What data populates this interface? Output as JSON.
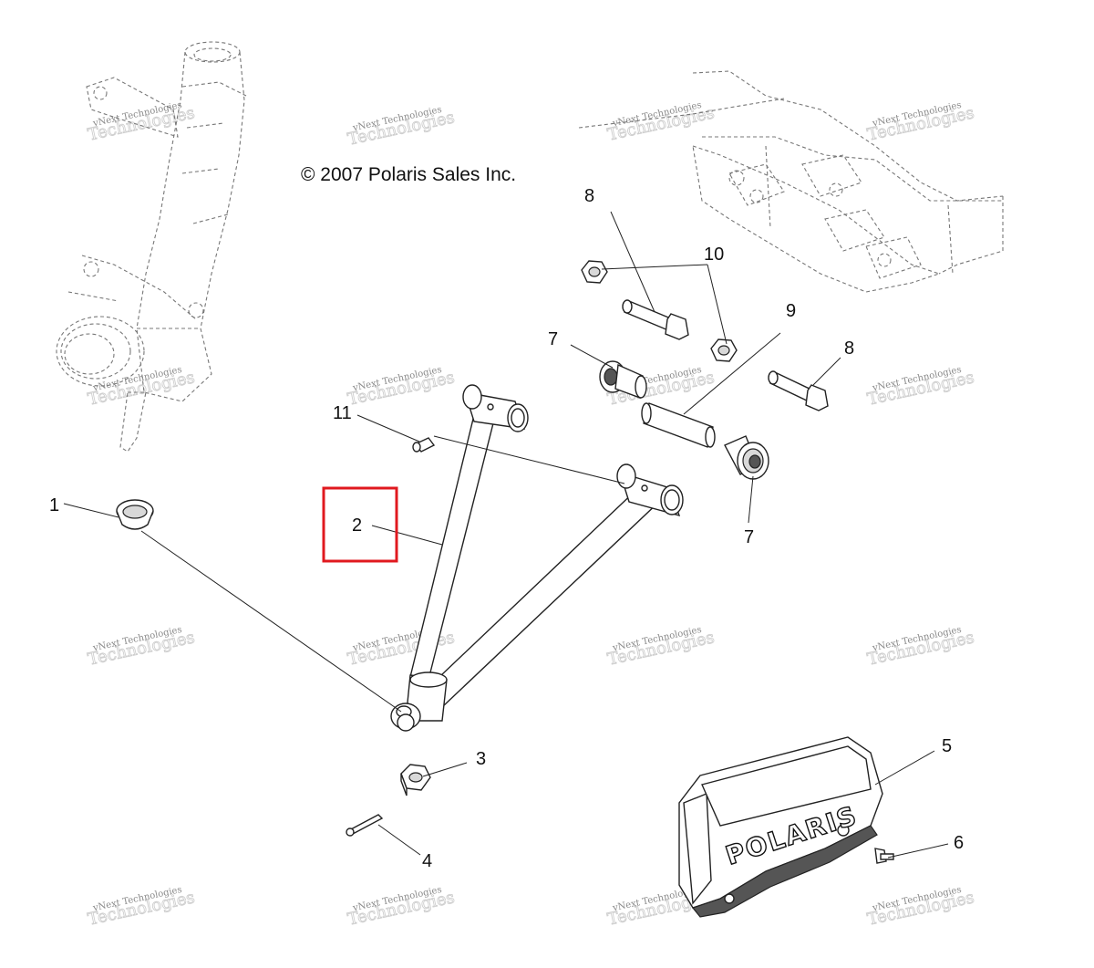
{
  "copyright": "© 2007 Polaris Sales Inc.",
  "watermark": {
    "line1": "vNext Technologies",
    "line2": "Technologies"
  },
  "logo_text": "POLARIS",
  "callouts": {
    "c1": "1",
    "c2": "2",
    "c3": "3",
    "c4": "4",
    "c5": "5",
    "c6": "6",
    "c7a": "7",
    "c7b": "7",
    "c8a": "8",
    "c8b": "8",
    "c9": "9",
    "c10": "10",
    "c11": "11"
  },
  "highlight_color": "#e0191f"
}
